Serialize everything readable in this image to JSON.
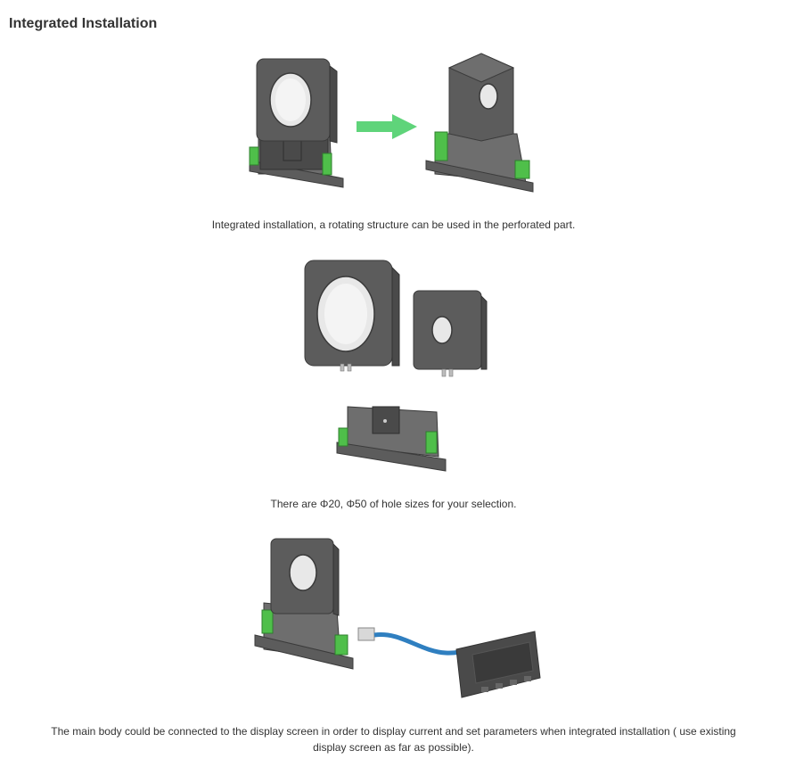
{
  "section": {
    "title": "Integrated Installation"
  },
  "figures": [
    {
      "caption": "Integrated installation, a rotating structure can be used in the perforated part."
    },
    {
      "caption": "There are Φ20, Φ50 of hole sizes for your selection."
    },
    {
      "caption": "The main body could be connected to the display screen in order to display current and set parameters when integrated installation ( use existing display screen as far as possible)."
    }
  ],
  "colors": {
    "device_body": "#5c5c5c",
    "terminal_green": "#4fbf4a",
    "arrow_green": "#5fd47a",
    "cable_blue": "#2f7fc0"
  }
}
